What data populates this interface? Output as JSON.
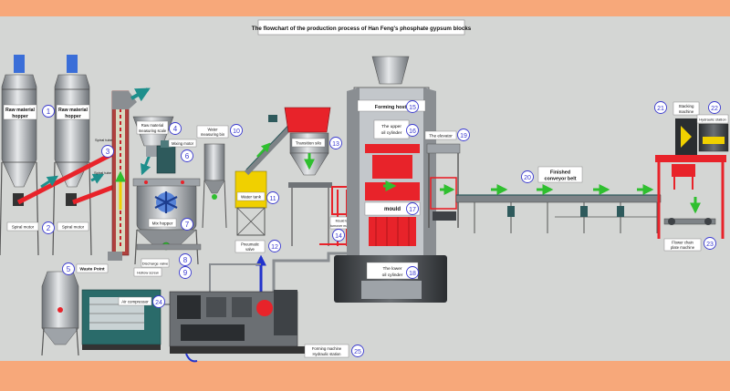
{
  "title": "The flowchart of the production process of Han Feng's phosphate gypsum blocks",
  "labels": {
    "raw_hopper_1": [
      "Raw material",
      "hopper"
    ],
    "raw_hopper_2": [
      "Raw material",
      "hopper"
    ],
    "spiral_motor_1": "Spiral motor",
    "spiral_motor_2": "Spiral motor",
    "spiral_tube_a": "Spiral tube",
    "spiral_tube_b": "Spiral tube",
    "waste_point": "Waste Point",
    "raw_measuring": [
      "Raw material",
      "measuring scale"
    ],
    "mixing_motor": "Mixing motor",
    "mix_hopper": "Mix hopper",
    "discharge_valve": "Discharge valve",
    "hollow_screw": "Hollow screw",
    "water_measuring": [
      "Water",
      "measuring bin"
    ],
    "water_tank": "Water tank",
    "pneumatic_valve": [
      "Pneumatic",
      "valve"
    ],
    "transition_silo": "Transition silo",
    "mould_conveyor": [
      "Mould tray",
      "turnover machine"
    ],
    "forming_host": "Forming host",
    "upper_oil_cylinder": [
      "The upper",
      "oil cylinder"
    ],
    "mould": "mould",
    "lower_oil_cylinder": [
      "The lower",
      "oil cylinder"
    ],
    "elevator": "The elevator",
    "finished_belt": [
      "Finished",
      "conveyor belt"
    ],
    "stacking_machine": [
      "Stacking",
      "machine"
    ],
    "hydraulic_station": "Hydraulic station",
    "flower_chain": [
      "Flower chain",
      "plate machine"
    ],
    "air_compressor": "Air compressor",
    "hydraulic_main": [
      "Forming machine",
      "Hydraulic station"
    ]
  },
  "numbers": [
    "1",
    "2",
    "3",
    "4",
    "5",
    "6",
    "7",
    "8",
    "9",
    "10",
    "11",
    "12",
    "13",
    "14",
    "15",
    "16",
    "17",
    "18",
    "19",
    "20",
    "21",
    "22",
    "23",
    "24",
    "25"
  ],
  "colors": {
    "border": "#f7a87a",
    "panel": "#d4d6d4",
    "accent_red": "#e8232a",
    "accent_green": "#2fbf2f",
    "accent_teal": "#1e8f8c",
    "accent_yellow": "#f0d000",
    "number_blue": "#3a3ad0",
    "pipe_blue": "#2233cc"
  }
}
